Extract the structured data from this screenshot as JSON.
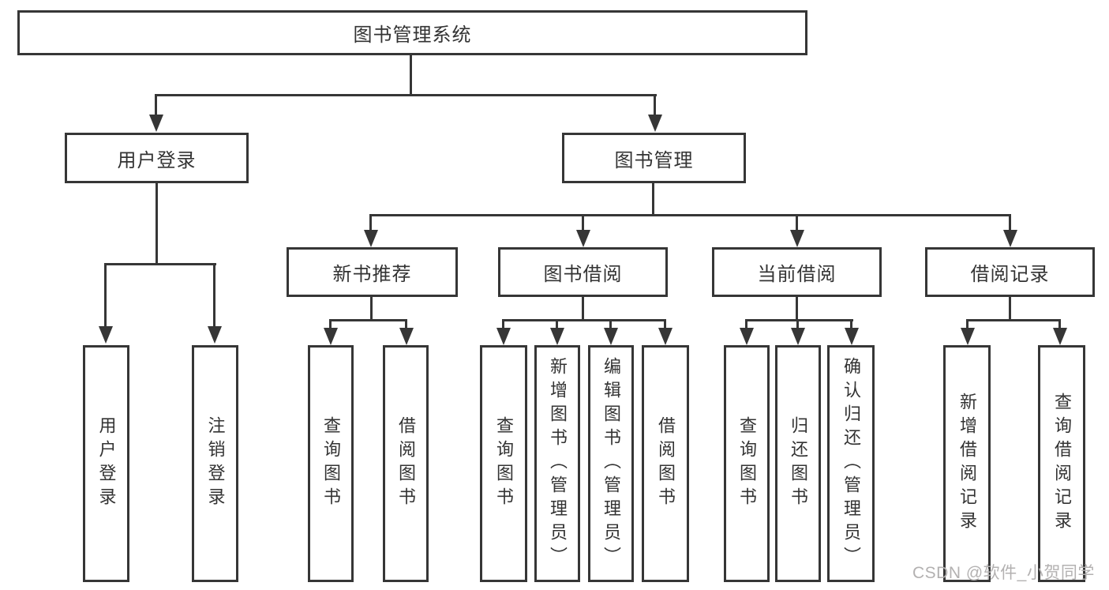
{
  "diagram": {
    "title": "图书管理系统",
    "type": "function-tree",
    "colors": {
      "line": "#363636",
      "box_border": "#363636",
      "box_fill": "#ffffff",
      "text": "#333333",
      "watermark": "#b3b1b1"
    },
    "nodes": {
      "root": "图书管理系统",
      "user_login": "用户登录",
      "book_mgmt": "图书管理",
      "new_book_rec": "新书推荐",
      "book_borrow": "图书借阅",
      "current_borrow": "当前借阅",
      "borrow_record": "借阅记录",
      "leaf_user_login": "用户登录",
      "leaf_logout": "注销登录",
      "leaf_rec_query": "查询图书",
      "leaf_rec_borrow": "借阅图书",
      "leaf_bb_query": "查询图书",
      "leaf_bb_add": "新增图书（管理员）",
      "leaf_bb_edit": "编辑图书（管理员）",
      "leaf_bb_borrow": "借阅图书",
      "leaf_cb_query": "查询图书",
      "leaf_cb_return": "归还图书",
      "leaf_cb_confirm": "确认归还（管理员）",
      "leaf_br_add": "新增借阅记录",
      "leaf_br_query": "查询借阅记录"
    },
    "hierarchy": {
      "label": "图书管理系统",
      "children": [
        {
          "label": "用户登录",
          "children": [
            {
              "label": "用户登录"
            },
            {
              "label": "注销登录"
            }
          ]
        },
        {
          "label": "图书管理",
          "children": [
            {
              "label": "新书推荐",
              "children": [
                {
                  "label": "查询图书"
                },
                {
                  "label": "借阅图书"
                }
              ]
            },
            {
              "label": "图书借阅",
              "children": [
                {
                  "label": "查询图书"
                },
                {
                  "label": "新增图书（管理员）"
                },
                {
                  "label": "编辑图书（管理员）"
                },
                {
                  "label": "借阅图书"
                }
              ]
            },
            {
              "label": "当前借阅",
              "children": [
                {
                  "label": "查询图书"
                },
                {
                  "label": "归还图书"
                },
                {
                  "label": "确认归还（管理员）"
                }
              ]
            },
            {
              "label": "借阅记录",
              "children": [
                {
                  "label": "新增借阅记录"
                },
                {
                  "label": "查询借阅记录"
                }
              ]
            }
          ]
        }
      ]
    },
    "watermark": {
      "text": "CSDN @软件_小贺同学"
    }
  }
}
